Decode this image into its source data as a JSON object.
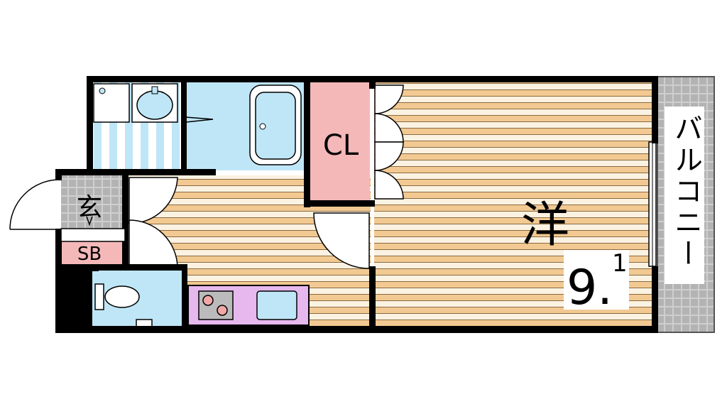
{
  "rooms": {
    "western": {
      "kanji": "洋",
      "size_whole": "9.",
      "size_fraction": "1"
    },
    "closet": {
      "label": "CL"
    },
    "balcony": {
      "label": "バルコニー"
    },
    "entrance": {
      "label": "玄"
    },
    "shoe_box": {
      "label": "SB"
    }
  },
  "colors": {
    "wall": "#000000",
    "floor_tan": "#f2c992",
    "floor_light": "#fbf2e2",
    "bath_blue": "#bfe6f7",
    "closet_pink": "#f5b8b8",
    "kitchen_purple": "#e6b8ee",
    "balcony_gray": "#c8c8c8"
  }
}
